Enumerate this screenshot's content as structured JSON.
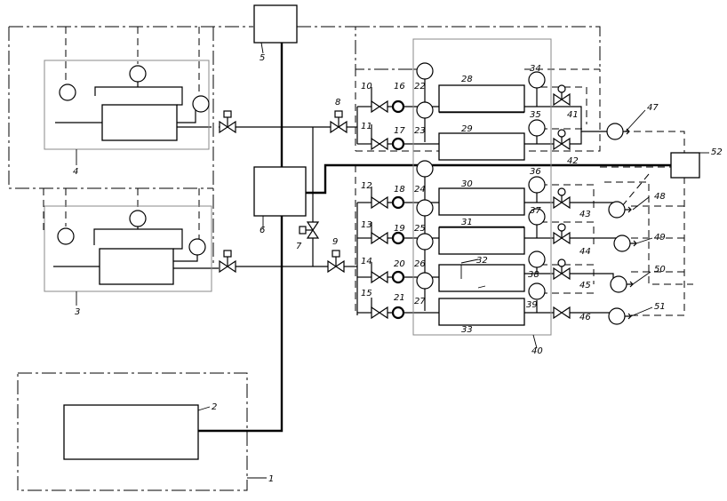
{
  "labels": {
    "n1": "1",
    "n2": "2",
    "n3": "3",
    "n4": "4",
    "n5": "5",
    "n6": "6",
    "n7": "7",
    "n8": "8",
    "n9": "9",
    "n10": "10",
    "n11": "11",
    "n12": "12",
    "n13": "13",
    "n14": "14",
    "n15": "15",
    "n16": "16",
    "n17": "17",
    "n18": "18",
    "n19": "19",
    "n20": "20",
    "n21": "21",
    "n22": "22",
    "n23": "23",
    "n24": "24",
    "n25": "25",
    "n26": "26",
    "n27": "27",
    "n28": "28",
    "n29": "29",
    "n30": "30",
    "n31": "31",
    "n32": "32",
    "n33": "33",
    "n34": "34",
    "n35": "35",
    "n36": "36",
    "n37": "37",
    "n38": "38",
    "n39": "39",
    "n40": "40",
    "n41": "41",
    "n42": "42",
    "n43": "43",
    "n44": "44",
    "n45": "45",
    "n46": "46",
    "n47": "47",
    "n48": "48",
    "n49": "49",
    "n50": "50",
    "n51": "51",
    "n52": "52"
  }
}
